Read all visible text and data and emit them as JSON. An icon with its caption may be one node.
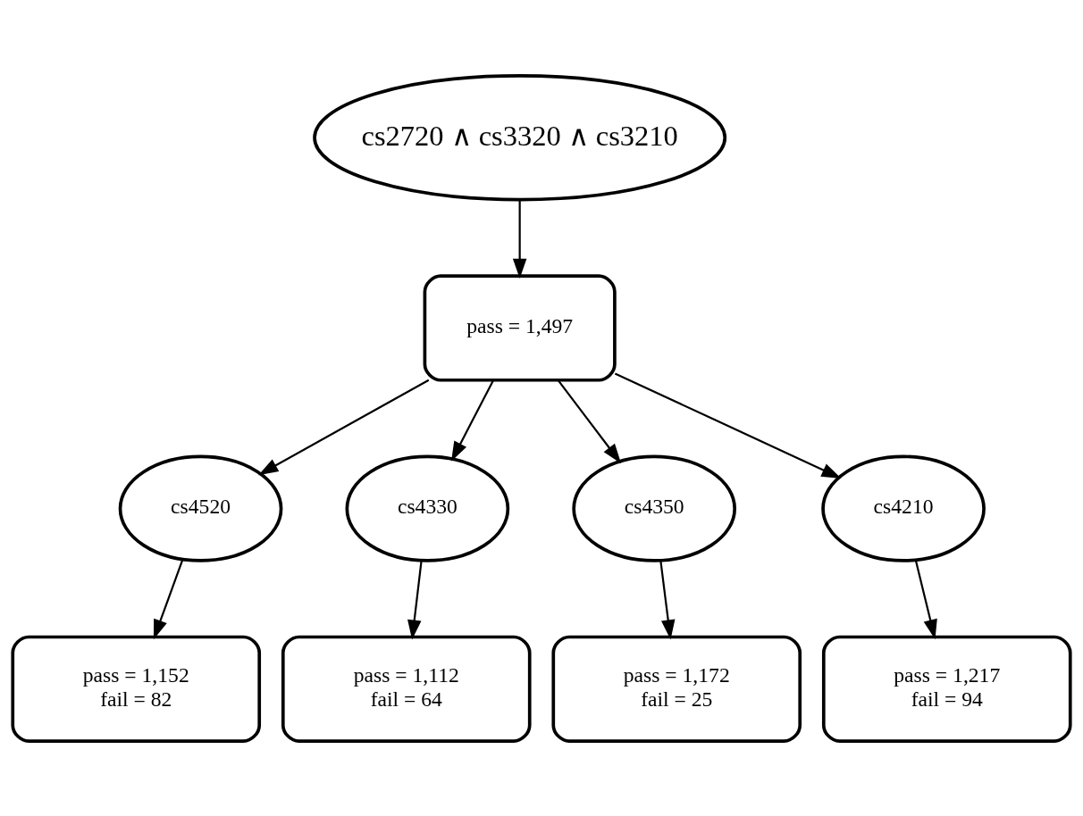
{
  "diagram": {
    "nodes": [
      {
        "text": [
          "cs2720 ∧ cs3320 ∧ cs3210"
        ]
      },
      {
        "text": [
          "pass = 1,497"
        ]
      },
      {
        "text": [
          "cs4520"
        ]
      },
      {
        "text": [
          "cs4330"
        ]
      },
      {
        "text": [
          "cs4350"
        ]
      },
      {
        "text": [
          "cs4210"
        ]
      },
      {
        "text": [
          "pass = 1,152",
          "fail = 82"
        ]
      },
      {
        "text": [
          "pass = 1,112",
          "fail = 64"
        ]
      },
      {
        "text": [
          "pass = 1,172",
          "fail = 25"
        ]
      },
      {
        "text": [
          "pass = 1,217",
          "fail = 94"
        ]
      }
    ],
    "edges": [
      {
        "from": 0,
        "to": 1,
        "arrow": "to"
      },
      {
        "from": 1,
        "to": 2,
        "arrow": "to"
      },
      {
        "from": 1,
        "to": 3,
        "arrow": "to"
      },
      {
        "from": 1,
        "to": 4,
        "arrow": "to"
      },
      {
        "from": 1,
        "to": 5,
        "arrow": "to"
      },
      {
        "from": 2,
        "to": 6,
        "arrow": "to"
      },
      {
        "from": 3,
        "to": 7,
        "arrow": "to"
      },
      {
        "from": 4,
        "to": 8,
        "arrow": "to"
      },
      {
        "from": 5,
        "to": 9,
        "arrow": "to"
      }
    ]
  }
}
